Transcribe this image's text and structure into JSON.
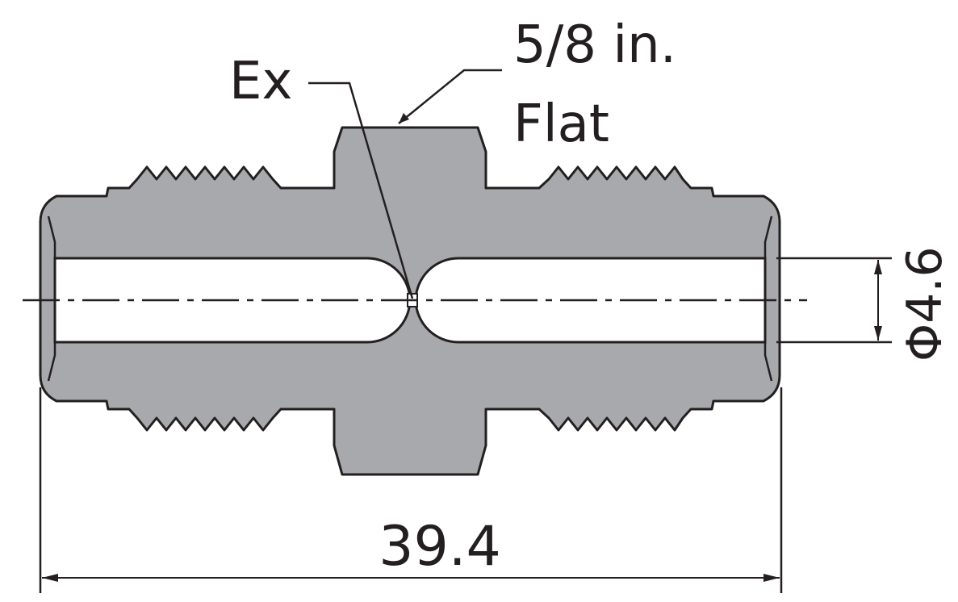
{
  "labels": {
    "ex": "Ex",
    "flat_size": "5/8 in.",
    "flat_word": "Flat",
    "bore_diameter": "Φ4.6",
    "overall_length": "39.4"
  },
  "colors": {
    "body": "#a7a9ac",
    "line": "#231f20",
    "background": "#ffffff"
  }
}
